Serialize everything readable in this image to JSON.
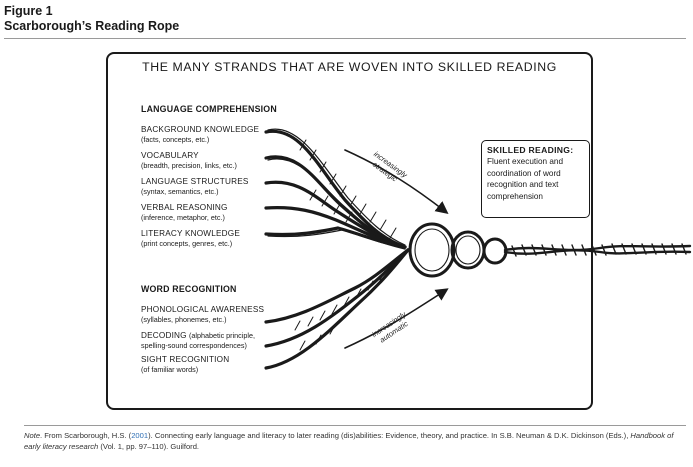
{
  "figure": {
    "label": "Figure 1",
    "title": "Scarborough’s Reading Rope"
  },
  "diagram": {
    "title": "THE MANY STRANDS THAT ARE WOVEN INTO SKILLED READING",
    "language_comprehension": {
      "heading": "LANGUAGE COMPREHENSION",
      "strands": [
        {
          "name": "BACKGROUND KNOWLEDGE",
          "detail": "(facts, concepts, etc.)"
        },
        {
          "name": "VOCABULARY",
          "detail": "(breadth, precision, links, etc.)"
        },
        {
          "name": "LANGUAGE STRUCTURES",
          "detail": "(syntax, semantics, etc.)"
        },
        {
          "name": "VERBAL REASONING",
          "detail": "(inference, metaphor, etc.)"
        },
        {
          "name": "LITERACY KNOWLEDGE",
          "detail": "(print concepts, genres, etc.)"
        }
      ]
    },
    "word_recognition": {
      "heading": "WORD RECOGNITION",
      "strands": [
        {
          "name": "PHONOLOGICAL AWARENESS",
          "detail": "(syllables, phonemes, etc.)"
        },
        {
          "name": "DECODING",
          "detail_inline": "(alphabetic principle,",
          "detail": "spelling-sound correspondences)"
        },
        {
          "name": "SIGHT RECOGNITION",
          "detail": "(of familiar words)"
        }
      ]
    },
    "arrows": {
      "upper": {
        "line1": "increasingly",
        "line2": "strategic"
      },
      "lower": {
        "line1": "increasingly",
        "line2": "automatic"
      }
    },
    "skilled_reading": {
      "heading": "SKILLED READING:",
      "body": "Fluent execution and coordination of word recognition and text comprehension"
    }
  },
  "note": {
    "label": "Note",
    "text_before": ". From Scarborough, H.S. (",
    "year": "2001",
    "text_after": "). Connecting early language and literacy to later reading (dis)abilities: Evidence, theory, and practice. In S.B. Neuman & D.K. Dickinson (Eds.), ",
    "book": "Handbook of early literacy research",
    "text_end": " (Vol. 1, pp. 97–110). Guilford."
  },
  "colors": {
    "ink": "#1a1a1a",
    "link": "#2f6fb4",
    "rule": "#9a9a9a"
  }
}
